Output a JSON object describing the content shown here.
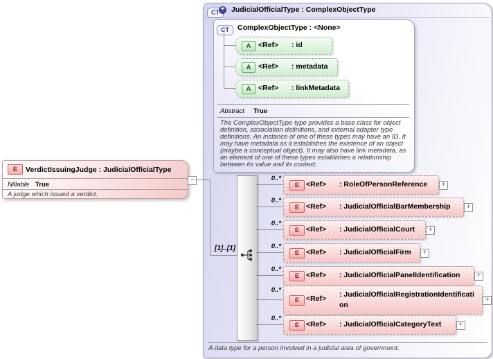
{
  "left_element": {
    "icon": "E",
    "title": "VerdictIssuingJudge : JudicialOfficialType",
    "nillable_label": "Nillable",
    "nillable_value": "True",
    "description": "A judge which issued a verdict."
  },
  "main_type": {
    "icon": "CT",
    "title": "JudicialOfficialType : ComplexObjectType",
    "footer_description": "A data type for a person involved in a judicial area of government.",
    "base_type": {
      "icon": "CT",
      "title": "ComplexObjectType : <None>",
      "attributes": [
        {
          "icon": "A",
          "ref": "<Ref>",
          "name": ": id"
        },
        {
          "icon": "A",
          "ref": "<Ref>",
          "name": ": metadata"
        },
        {
          "icon": "A",
          "ref": "<Ref>",
          "name": ": linkMetadata"
        }
      ],
      "abstract_label": "Abstract",
      "abstract_value": "True",
      "description": "The ComplexObjectType type provides a base class for object definition, association definitions, and external adapter type definitions. An instance of one of these types may have an ID. It may have metadata as it establishes the existence of an object (maybe a conceptual object). It may also have link metadata, as an element of one of these types establishes a relationship between its value and its context."
    },
    "sequence": {
      "occurrence": "[1]..[1]",
      "compositor": "sequence",
      "elements": [
        {
          "icon": "E",
          "occurs": "0..*",
          "ref": "<Ref>",
          "name": ": RoleOfPersonReference"
        },
        {
          "icon": "E",
          "occurs": "0..*",
          "ref": "<Ref>",
          "name": ": JudicialOfficialBarMembership"
        },
        {
          "icon": "E",
          "occurs": "0..*",
          "ref": "<Ref>",
          "name": ": JudicialOfficialCourt"
        },
        {
          "icon": "E",
          "occurs": "0..*",
          "ref": "<Ref>",
          "name": ": JudicialOfficialFirm"
        },
        {
          "icon": "E",
          "occurs": "0..*",
          "ref": "<Ref>",
          "name": ": JudicialOfficialPanelIdentification"
        },
        {
          "icon": "E",
          "occurs": "0..*",
          "ref": "<Ref>",
          "name": ": JudicialOfficialRegistrationIdentification"
        },
        {
          "icon": "E",
          "occurs": "0..*",
          "ref": "<Ref>",
          "name": ": JudicialOfficialCategoryText"
        }
      ]
    }
  },
  "glyphs": {
    "collapse": "−",
    "expand": "+",
    "plus_badge": "+"
  },
  "colors": {
    "element_fill": "#f6c7c7",
    "attribute_fill": "#d0edd0",
    "complex_type_fill": "#d5d6f0",
    "line": "#8f8f8f"
  }
}
